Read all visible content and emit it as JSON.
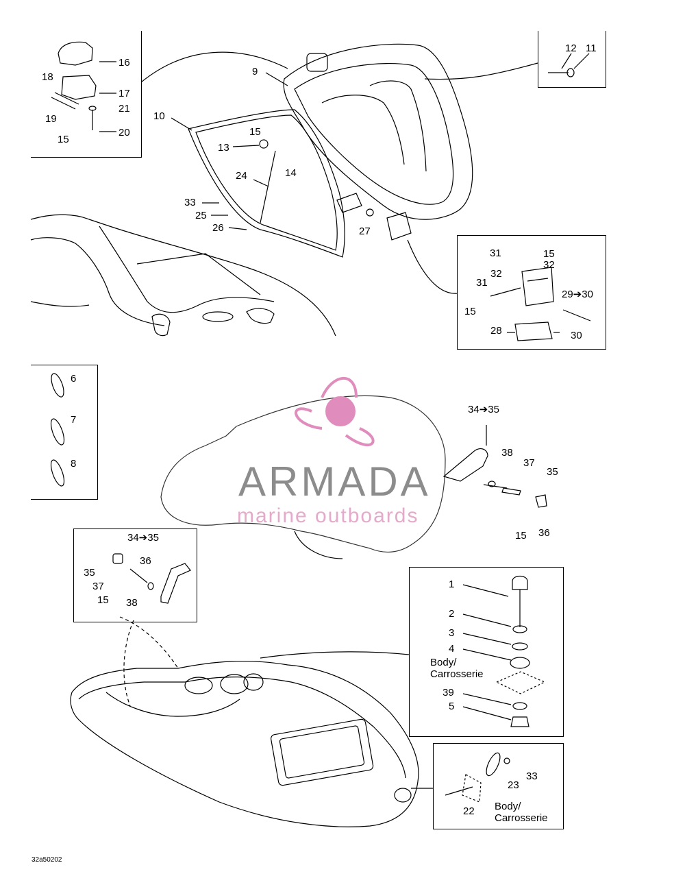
{
  "watermark": {
    "brand": "ARMADA",
    "tagline": "marine outboards",
    "brand_color": "#808080",
    "accent_color": "#e08cbc"
  },
  "footer_code": "32a50202",
  "labels": {
    "l1": "1",
    "l2": "2",
    "l3": "3",
    "l4": "4",
    "l5": "5",
    "l6": "6",
    "l7": "7",
    "l8": "8",
    "l9": "9",
    "l10": "10",
    "l11": "11",
    "l12": "12",
    "l13": "13",
    "l14": "14",
    "l15a": "15",
    "l15b": "15",
    "l15c": "15",
    "l15d": "15",
    "l15e": "15",
    "l15f": "15",
    "l16": "16",
    "l17": "17",
    "l18": "18",
    "l19": "19",
    "l20": "20",
    "l21": "21",
    "l22": "22",
    "l23": "23",
    "l24": "24",
    "l25": "25",
    "l26": "26",
    "l27": "27",
    "l28": "28",
    "l29_30": "29➔30",
    "l30": "30",
    "l31a": "31",
    "l31b": "31",
    "l32a": "32",
    "l32b": "32",
    "l33a": "33",
    "l33b": "33",
    "l34_35a": "34➔35",
    "l34_35b": "34➔35",
    "l35a": "35",
    "l35b": "35",
    "l36a": "36",
    "l36b": "36",
    "l37a": "37",
    "l37b": "37",
    "l38a": "38",
    "l38b": "38",
    "l39": "39"
  },
  "body_label_a": "Body/\nCarrosserie",
  "body_label_b": "Body/\nCarrosserie"
}
